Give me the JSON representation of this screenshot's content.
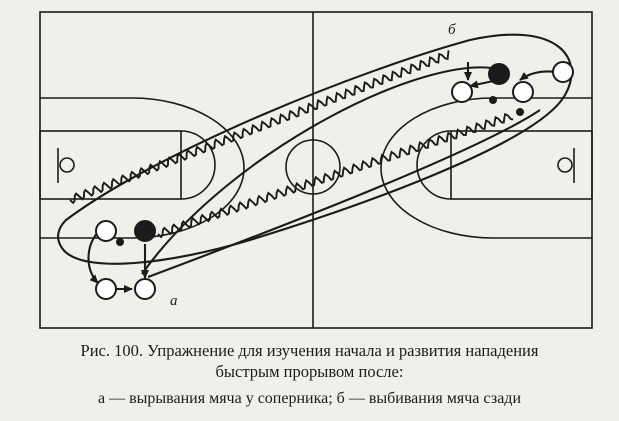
{
  "figure": {
    "labels": {
      "a": "а",
      "b": "б"
    }
  },
  "caption": {
    "title_line1": "Рис. 100. Упражнение для изучения начала и развития нападения",
    "title_line2": "быстрым прорывом после:",
    "subtitle": "а — вырывания мяча у соперника; б — выбивания мяча сзади"
  },
  "colors": {
    "ink": "#1b1b1b",
    "paper": "#f1efe9"
  }
}
